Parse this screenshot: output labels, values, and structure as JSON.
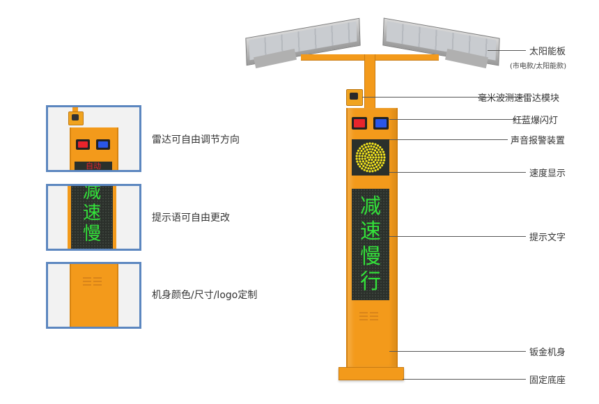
{
  "details": [
    {
      "caption": "雷达可自由调节方向"
    },
    {
      "caption": "提示语可自由更改"
    },
    {
      "caption": "机身颜色/尺寸/logo定制"
    }
  ],
  "detail_led_text": "自动",
  "led_message": [
    "减",
    "速",
    "慢",
    "行"
  ],
  "callouts": {
    "solar_panel": "太阳能板",
    "solar_panel_note": "(市电款/太阳能款)",
    "radar": "毫米波测速雷达模块",
    "strobe": "红蓝爆闪灯",
    "alarm": "声音报警装置",
    "speed_display": "速度显示",
    "prompt_text": "提示文字",
    "sheet_metal_body": "钣金机身",
    "fixed_base": "固定底座"
  },
  "colors": {
    "body": "#f39a1b",
    "box_border": "#5b86bf",
    "led_text": "#33e23a",
    "speaker": "#f5e51c",
    "red_light": "#e8242c",
    "blue_light": "#2a56e8"
  }
}
